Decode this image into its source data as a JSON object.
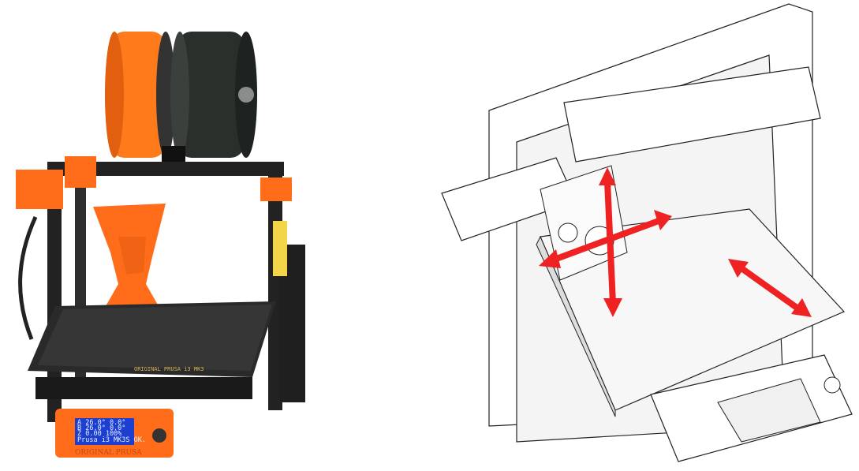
{
  "left_panel": {
    "lcd_lines": [
      "A 26.0°  0.0°",
      "B 26.0°  0.0°",
      "Z   0.00   100%",
      "Prusa i3 MK3S OK."
    ],
    "frame_label": "ORIGINAL PRUSA",
    "sheet_label": "ORIGINAL PRUSA i3 MK3",
    "colors": {
      "frame": "#ff6c1a",
      "filament_orange": "#ff7a1a",
      "filament_black": "#2b2f2c",
      "lcd": "#1d3fd1"
    }
  },
  "right_panel": {
    "arrow_color": "#ee2222",
    "arrows": [
      "extruder-up-down",
      "extruder-left-right",
      "bed-front-back"
    ]
  }
}
